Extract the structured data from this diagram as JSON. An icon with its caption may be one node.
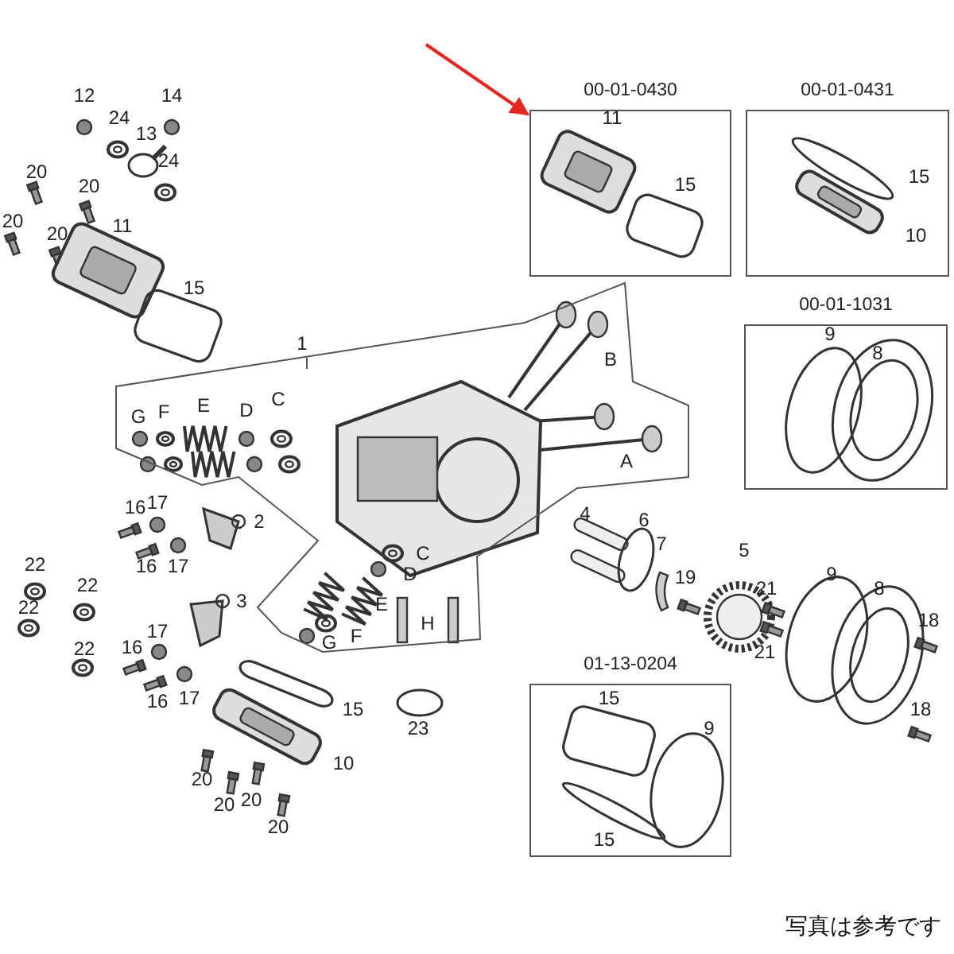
{
  "diagram": {
    "caption": "写真は参考です",
    "nodes": [
      {
        "text": [
          "1"
        ]
      },
      {
        "text": [
          "00-01-0430"
        ]
      },
      {
        "text": [
          "00-01-0431"
        ]
      },
      {
        "text": [
          "00-01-1031"
        ]
      },
      {
        "text": [
          "01-13-0204"
        ]
      }
    ],
    "edges": [
      {
        "from": null,
        "to": 1,
        "arrow": "to",
        "color": "#e8251f"
      }
    ],
    "labels": [
      "12",
      "14",
      "24",
      "11",
      "13",
      "24",
      "20",
      "15",
      "15",
      "20",
      "20",
      "11",
      "10",
      "20",
      "15",
      "9",
      "8",
      "B",
      "C",
      "E",
      "D",
      "F",
      "G",
      "A",
      "17",
      "16",
      "4",
      "6",
      "2",
      "7",
      "5",
      "C",
      "16",
      "17",
      "22",
      "D",
      "9",
      "19",
      "22",
      "21",
      "8",
      "3",
      "E",
      "22",
      "18",
      "17",
      "H",
      "F",
      "16",
      "22",
      "G",
      "21",
      "15",
      "17",
      "16",
      "15",
      "18",
      "9",
      "23",
      "10",
      "20",
      "20",
      "20",
      "20",
      "15"
    ]
  }
}
